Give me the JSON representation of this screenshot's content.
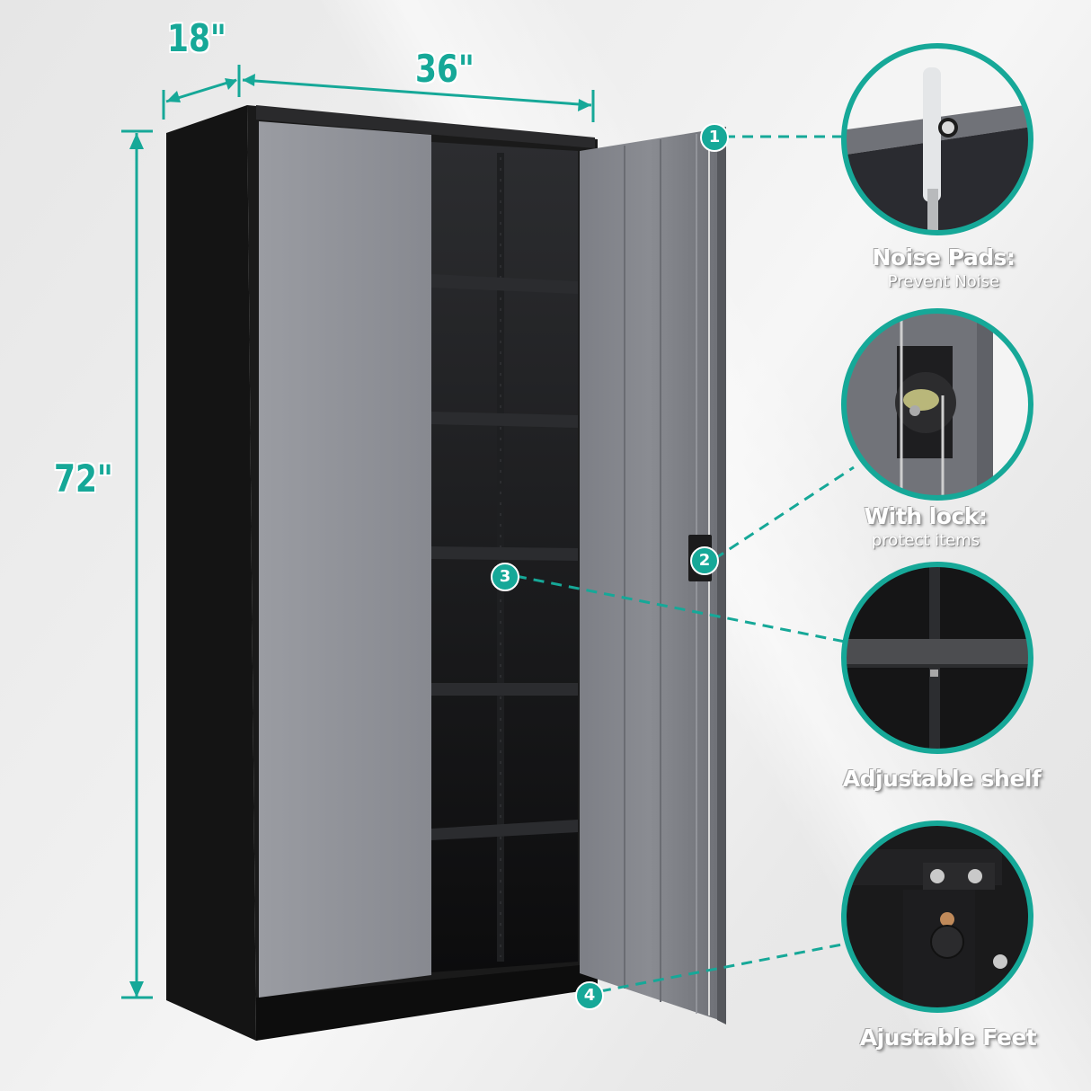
{
  "dimensions": {
    "depth": "18\"",
    "width": "36\"",
    "height": "72\""
  },
  "callouts": [
    {
      "number": "1",
      "title": "Noise Pads:",
      "subtitle": "Prevent Noise"
    },
    {
      "number": "2",
      "title": "With lock:",
      "subtitle": "protect items"
    },
    {
      "number": "3",
      "title": "Adjustable shelf",
      "subtitle": ""
    },
    {
      "number": "4",
      "title": "Ajustable Feet",
      "subtitle": ""
    }
  ],
  "colors": {
    "accent": "#16a898",
    "cabinet_body": "#111111",
    "door_gray": "#8e9096",
    "background": "#ececec"
  }
}
